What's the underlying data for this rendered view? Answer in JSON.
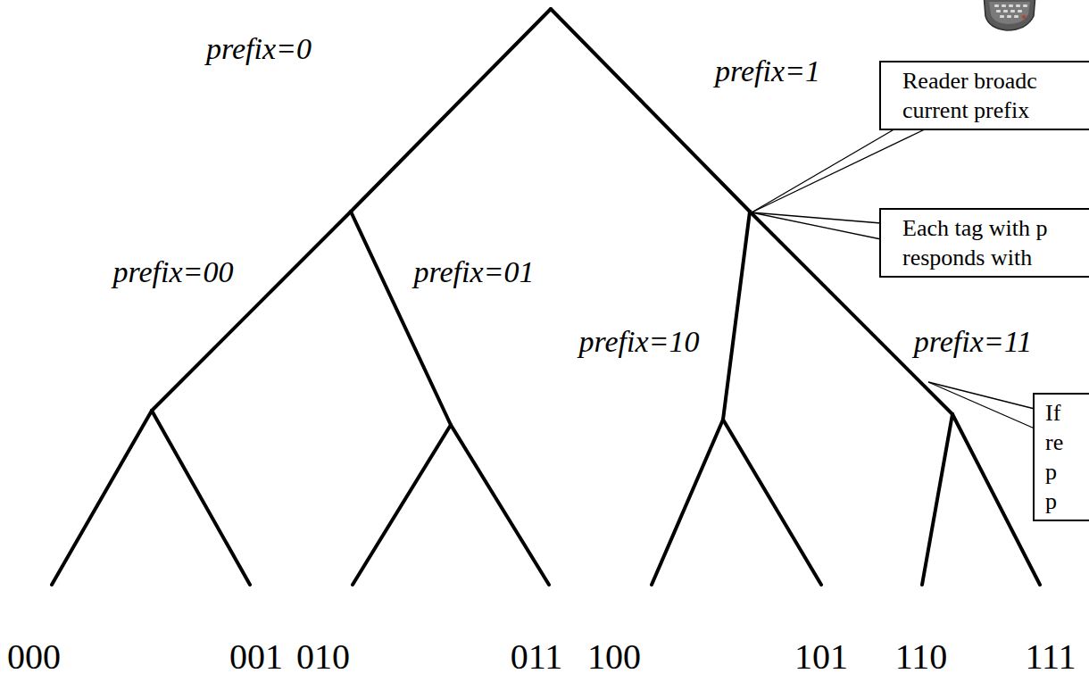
{
  "diagram": {
    "nodes": [
      {
        "text": [
          "Reader broadc current prefix"
        ]
      },
      {
        "text": [
          "Each tag with p responds with"
        ]
      },
      {
        "text": [
          "If re p p"
        ]
      }
    ],
    "labels": [
      "prefix=0",
      "prefix=1",
      "prefix=00",
      "prefix=01",
      "prefix=10",
      "prefix=11",
      "000",
      "001",
      "010",
      "011",
      "100",
      "101",
      "110",
      "111"
    ]
  }
}
